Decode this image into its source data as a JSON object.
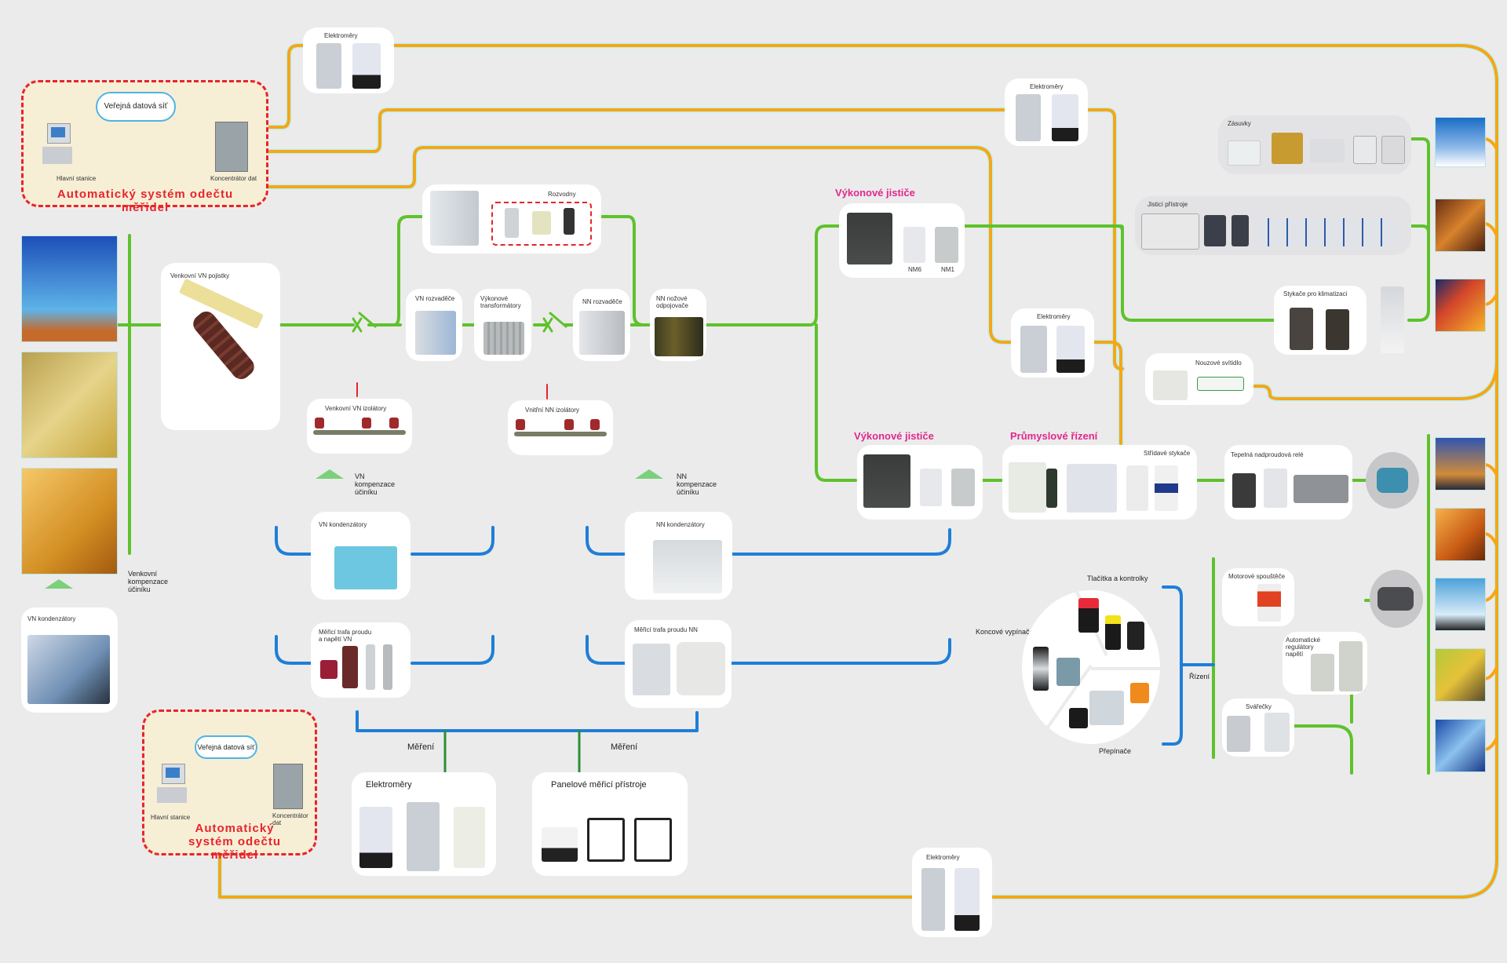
{
  "diagram": {
    "colors": {
      "power_line": "#5ec22c",
      "data_line": "#f7a614",
      "compensation_line": "#1e7fd8",
      "measurement_line": "#2a8f38",
      "amr_border": "#e8242b",
      "heading": "#e0288e",
      "background": "#ecebeb"
    },
    "amr_top": {
      "title": "Automatický systém odečtu měřidel",
      "network": "Veřejná datová síť",
      "station": "Hlavní stanice",
      "concentrator": "Koncentrátor dat"
    },
    "amr_bottom": {
      "title": "Automatický systém odečtu měřidel",
      "network": "Veřejná datová síť",
      "station": "Hlavní stanice",
      "concentrator": "Koncentrátor dat"
    },
    "meters": {
      "top": "Elektroměry",
      "upper_mid": "Elektroměry",
      "mid": "Elektroměry",
      "bottom": "Elektroměry",
      "measurement": "Elektroměry"
    },
    "hv_chain": {
      "outdoor_fuses": "Venkovní VN pojistky",
      "switchgear_top": "Rozvodny",
      "vn_switchgear": "VN rozvaděče",
      "power_transformers": "Výkonové transformátory",
      "nn_switchgear": "NN rozvaděče",
      "nn_disconnectors": "NN nožové odpojovače"
    },
    "isolators": {
      "outdoor": "Venkovní VN izolátory",
      "indoor": "Vnitřní NN izolátory"
    },
    "compensation": {
      "vn": "VN kompenzace účiníku",
      "nn": "NN kompenzace účiníku",
      "outdoor": "Venkovní kompenzace účiníku"
    },
    "capacitors": {
      "vn": "VN kondenzátory",
      "nn": "NN kondenzátory",
      "vn_left": "VN kondenzátory"
    },
    "transformers_measure": {
      "vn": "Měřicí trafa proudu a napětí VN",
      "nn": "Měřicí trafa proudu NN"
    },
    "measurement": {
      "label_left": "Měření",
      "label_right": "Měření",
      "panel_meters": "Panelové měřicí přístroje"
    },
    "breakers_top": {
      "heading": "Výkonové jističe",
      "model_a": "NM6",
      "model_b": "NM1"
    },
    "breakers_bottom": {
      "heading": "Výkonové jističe"
    },
    "industrial": {
      "heading": "Průmyslové řízení",
      "ac_contactors": "Střídavé stykače",
      "thermal_relay": "Tepelná nadproudová relé"
    },
    "distribution": {
      "sockets": "Zásuvky",
      "protective_devices": "Jisticí přístroje",
      "ac_contactors": "Stykače pro klimatizaci",
      "emergency_light": "Nouzové svítidlo"
    },
    "control": {
      "buttons": "Tlačítka a kontrolky",
      "limit_switches": "Koncové vypínače",
      "changeover": "Přepínače",
      "control": "Řízení",
      "motor_starters": "Motorové spouštěče",
      "voltage_regulators": "Automatické regulátory napětí",
      "welders": "Svářečky"
    },
    "photos": [
      "transmission-tower",
      "power-plant-hall",
      "power-lines",
      "television",
      "hotel-room",
      "entertainment-venue",
      "refinery",
      "industrial-crane",
      "port-crane",
      "machine-tool",
      "welding"
    ]
  }
}
